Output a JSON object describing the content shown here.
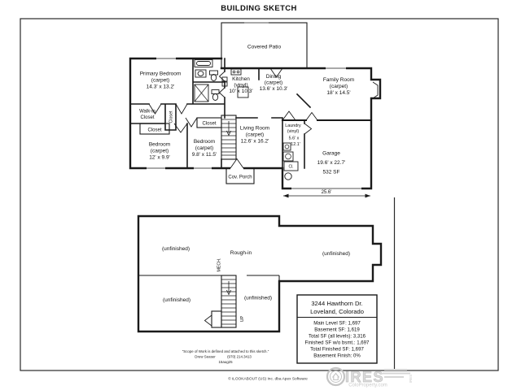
{
  "title": "BUILDING SKETCH",
  "main_level": {
    "covered_patio": "Covered Patio",
    "primary_bedroom": [
      "Primary Bedroom",
      "(carpet)",
      "14.3' x 13.2'"
    ],
    "kitchen": [
      "Kitchen",
      "(vinyl)",
      "10' x 10.3'"
    ],
    "dining": [
      "Dining",
      "(carpet)",
      "13.6' x 10.3'"
    ],
    "family_room": [
      "Family Room",
      "(carpet)",
      "18' x 14.5'"
    ],
    "walk_in_closet": [
      "Walk-in",
      "Closet"
    ],
    "linen_closet": "Closet",
    "bedroom1_closet": "Closet",
    "bedroom2_closet": "Closet",
    "bedroom1": [
      "Bedroom",
      "(carpet)",
      "12' x 9.9'"
    ],
    "bedroom2": [
      "Bedroom",
      "(carpet)",
      "9.8' x 11.5'"
    ],
    "living_room": [
      "Living Room",
      "(carpet)",
      "12.6' x 16.2'"
    ],
    "laundry": [
      "Laundry",
      "(vinyl)",
      "5.6' x",
      "12.1'"
    ],
    "laundry_closet": "Cl.",
    "garage": [
      "Garage",
      "19.6' x 22.7'",
      "532 SF"
    ],
    "garage_dimension": "25.6'",
    "covered_porch": "Cov. Porch"
  },
  "basement": {
    "unfinished_upper_left": "(unfinished)",
    "rough_in": "Rough-in",
    "unfinished_right": "(unfinished)",
    "mech": "MECH.",
    "unfinished_lower_left": "(unfinished)",
    "unfinished_lower_mid": "(unfinished)",
    "up": "UP"
  },
  "info_box": {
    "address_line1": "3244 Hawthorn Dr.",
    "address_line2": "Loveland, Colorado",
    "stats": [
      "Main Level SF: 1,697",
      "Basement SF: 1,619",
      "Total SF (all levels): 3,316",
      "Finished SF w/o bsmt.: 1,697",
      "Total Finished SF: 1,697",
      "Basement Finish: 0%"
    ]
  },
  "footnotes": {
    "scope": "\"Scope of Work is defined and attached to this sketch.\"",
    "preparer": "Drew Seaser",
    "phone": "(970) 214.3413",
    "date": "15aug25",
    "copyright": "© iLOOKABOUT (US) Inc. dba Apex Software"
  },
  "watermark": {
    "brand": "IRES",
    "site": "ColoProperty.com"
  },
  "colors": {
    "wall": "#1a1a1a",
    "background": "#ffffff",
    "watermark": "#c8c8c8"
  }
}
